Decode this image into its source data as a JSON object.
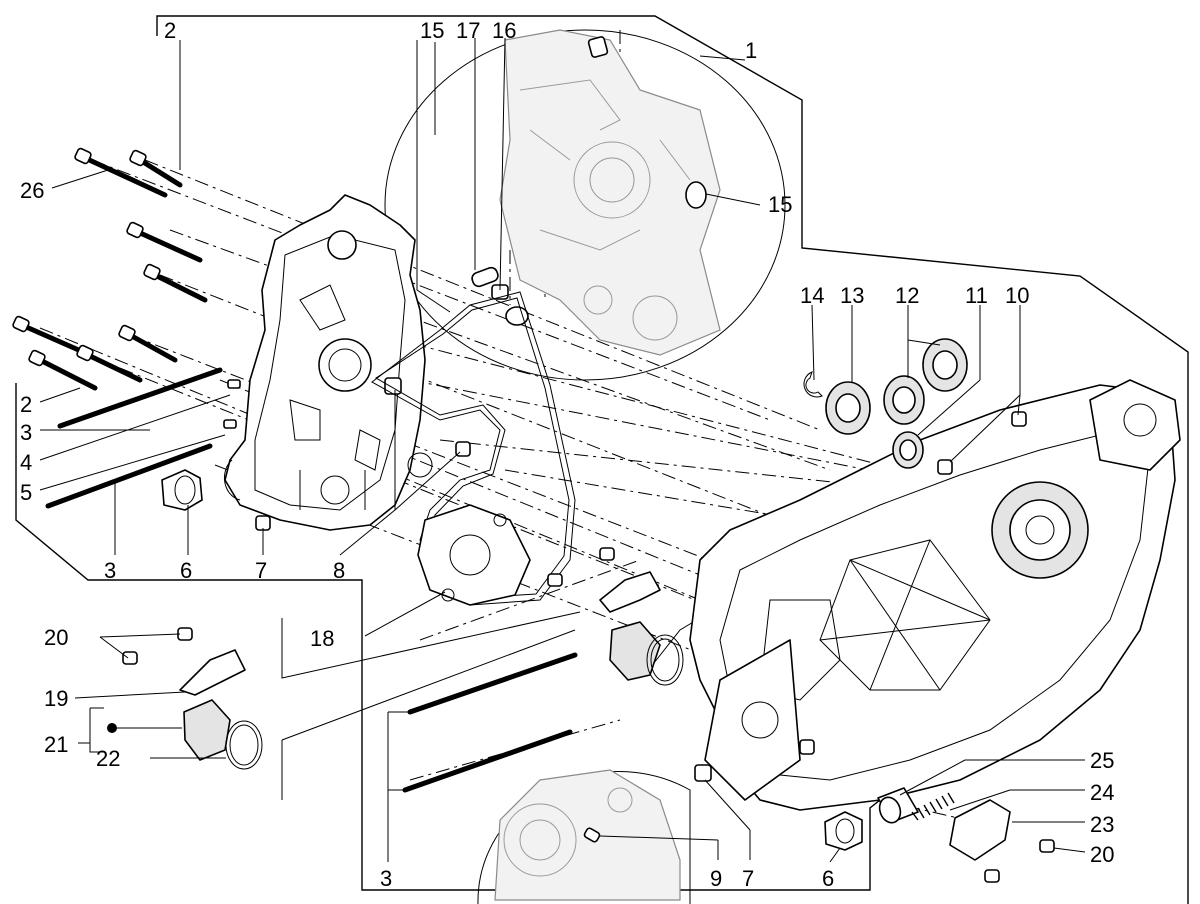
{
  "labels": {
    "l1": "1",
    "l2a": "2",
    "l2b": "2",
    "l3a": "3",
    "l3b": "3",
    "l3c": "3",
    "l4": "4",
    "l5": "5",
    "l6a": "6",
    "l6b": "6",
    "l7a": "7",
    "l7b": "7",
    "l8": "8",
    "l9": "9",
    "l10": "10",
    "l11": "11",
    "l12": "12",
    "l13": "13",
    "l14": "14",
    "l15a": "15",
    "l15b": "15",
    "l16": "16",
    "l17": "17",
    "l18": "18",
    "l19": "19",
    "l20a": "20",
    "l20b": "20",
    "l21": "21",
    "l22": "22",
    "l23": "23",
    "l24": "24",
    "l25": "25",
    "l26": "26"
  },
  "colors": {
    "line": "#000000",
    "part_fill": "#e4e4e4",
    "ghost": "#8a8a8a"
  }
}
